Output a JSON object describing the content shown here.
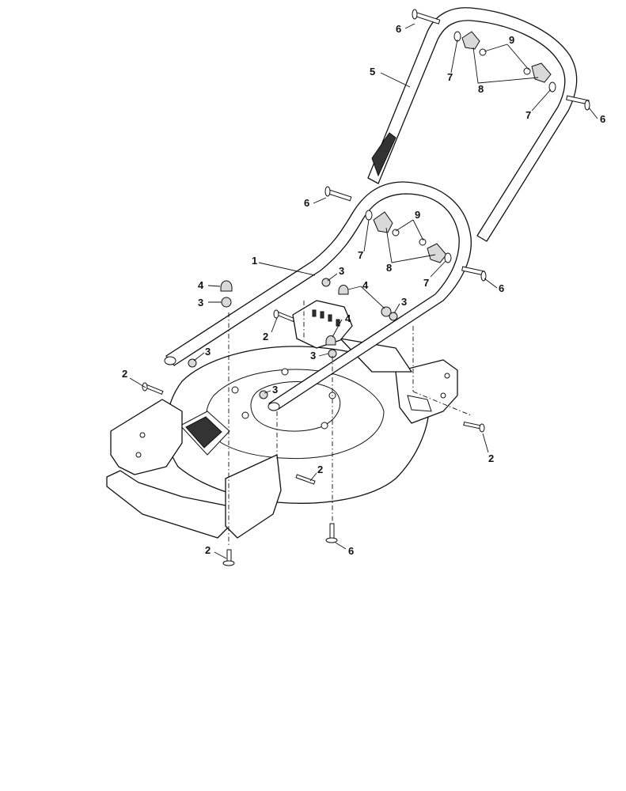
{
  "callouts": [
    {
      "id": "c6a",
      "text": "6"
    },
    {
      "id": "c9a",
      "text": "9"
    },
    {
      "id": "c7a",
      "text": "7"
    },
    {
      "id": "c8a",
      "text": "8"
    },
    {
      "id": "c5",
      "text": "5"
    },
    {
      "id": "c7b",
      "text": "7"
    },
    {
      "id": "c6b",
      "text": "6"
    },
    {
      "id": "c6c",
      "text": "6"
    },
    {
      "id": "c9b",
      "text": "9"
    },
    {
      "id": "c7c",
      "text": "7"
    },
    {
      "id": "c8b",
      "text": "8"
    },
    {
      "id": "c7d",
      "text": "7"
    },
    {
      "id": "c1",
      "text": "1"
    },
    {
      "id": "c3a",
      "text": "3"
    },
    {
      "id": "c4a",
      "text": "4"
    },
    {
      "id": "c6d",
      "text": "6"
    },
    {
      "id": "c4b",
      "text": "4"
    },
    {
      "id": "c3b",
      "text": "3"
    },
    {
      "id": "c3c",
      "text": "3"
    },
    {
      "id": "c2a",
      "text": "2"
    },
    {
      "id": "c4c",
      "text": "4"
    },
    {
      "id": "c3d",
      "text": "3"
    },
    {
      "id": "c3e",
      "text": "3"
    },
    {
      "id": "c2b",
      "text": "2"
    },
    {
      "id": "c3f",
      "text": "3"
    },
    {
      "id": "c2c",
      "text": "2"
    },
    {
      "id": "c2d",
      "text": "2"
    },
    {
      "id": "c2e",
      "text": "2"
    },
    {
      "id": "c6e",
      "text": "6"
    }
  ],
  "colors": {
    "line": "#111111",
    "background": "#ffffff"
  }
}
